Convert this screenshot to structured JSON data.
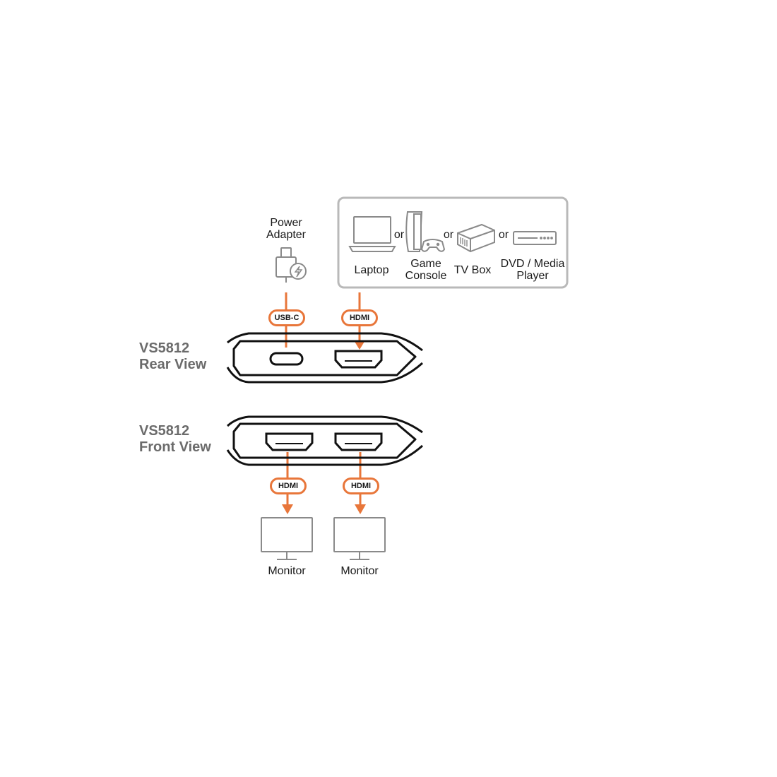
{
  "sources": {
    "power_adapter_label": "Power\nAdapter",
    "laptop_label": "Laptop",
    "game_console_label": "Game\nConsole",
    "tv_box_label": "TV Box",
    "dvd_player_label": "DVD / Media\nPlayer",
    "or_label": "or"
  },
  "ports": {
    "rear_usbc": "USB-C",
    "rear_hdmi": "HDMI",
    "front_hdmi_1": "HDMI",
    "front_hdmi_2": "HDMI"
  },
  "device": {
    "rear_title": "VS5812\nRear View",
    "front_title": "VS5812\nFront View"
  },
  "outputs": {
    "monitor_1_label": "Monitor",
    "monitor_2_label": "Monitor"
  },
  "colors": {
    "accent": "#e8763a",
    "outline": "#8a8a8a",
    "device_stroke": "#111111",
    "title_gray": "#6b6b6b"
  }
}
